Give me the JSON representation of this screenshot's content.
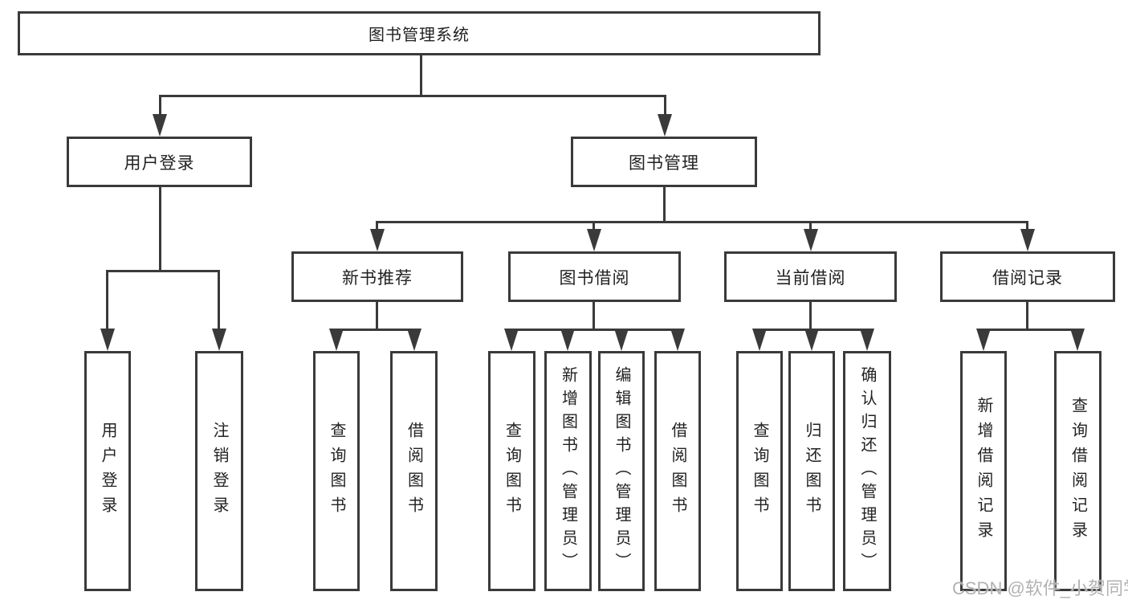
{
  "colors": {
    "line": "#3a3a3a",
    "text": "#222222",
    "watermark": "#b2b2b2",
    "bg": "#ffffff"
  },
  "tree": {
    "label": "图书管理系统",
    "children": [
      {
        "label": "用户登录",
        "children": [
          {
            "label": "用户登录"
          },
          {
            "label": "注销登录"
          }
        ]
      },
      {
        "label": "图书管理",
        "children": [
          {
            "label": "新书推荐",
            "children": [
              {
                "label": "查询图书"
              },
              {
                "label": "借阅图书"
              }
            ]
          },
          {
            "label": "图书借阅",
            "children": [
              {
                "label": "查询图书"
              },
              {
                "label": "新增图书（管理员）"
              },
              {
                "label": "编辑图书（管理员）"
              },
              {
                "label": "借阅图书"
              }
            ]
          },
          {
            "label": "当前借阅",
            "children": [
              {
                "label": "查询图书"
              },
              {
                "label": "归还图书"
              },
              {
                "label": "确认归还（管理员）"
              }
            ]
          },
          {
            "label": "借阅记录",
            "children": [
              {
                "label": "新增借阅记录"
              },
              {
                "label": "查询借阅记录"
              }
            ]
          }
        ]
      }
    ]
  },
  "watermark": {
    "text": "CSDN @软件_小贺同学"
  }
}
